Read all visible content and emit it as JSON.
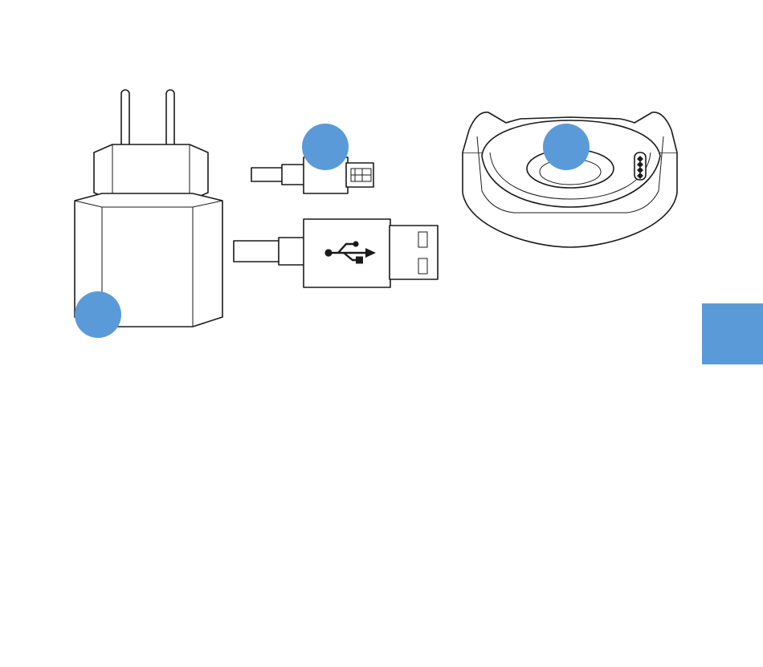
{
  "colors": {
    "accent": "#5b9ad8",
    "line": "#1a1a1a",
    "background": "#ffffff"
  },
  "components": [
    {
      "id": "power-adapter",
      "icon": "wall-plug-adapter"
    },
    {
      "id": "micro-usb-connector",
      "icon": "micro-usb-plug"
    },
    {
      "id": "usb-a-connector",
      "icon": "usb-symbol"
    },
    {
      "id": "charging-cradle",
      "icon": "charging-dock"
    }
  ],
  "callout_markers": 3,
  "side_tab": {
    "shown": true
  }
}
